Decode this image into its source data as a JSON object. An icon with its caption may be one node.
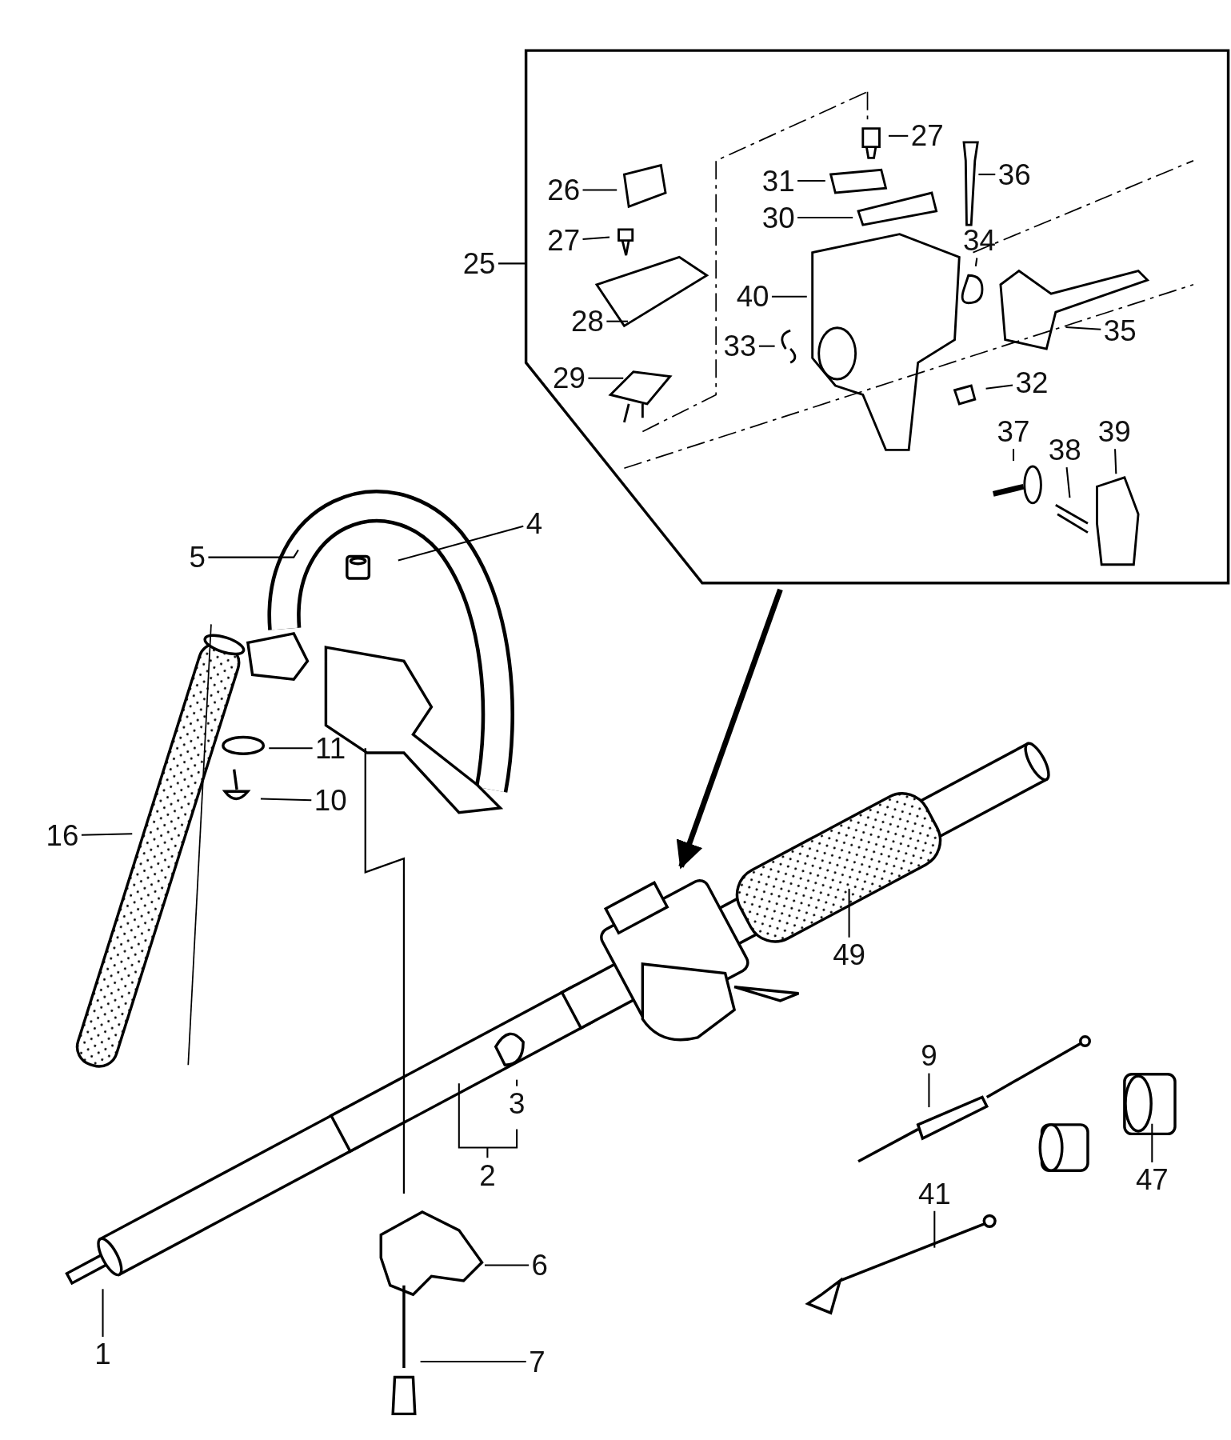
{
  "diagram": {
    "nodes": [
      {
        "text": [],
        "shape": "box"
      },
      {
        "text": [
          "27"
        ],
        "in": 0
      },
      {
        "text": [
          "26"
        ],
        "in": 0
      },
      {
        "text": [
          "36"
        ],
        "in": 0
      },
      {
        "text": [
          "31"
        ],
        "in": 0
      },
      {
        "text": [
          "30"
        ],
        "in": 0
      },
      {
        "text": [
          "27"
        ],
        "in": 0
      },
      {
        "text": [
          "34"
        ],
        "in": 0
      },
      {
        "text": [
          "40"
        ],
        "in": 0
      },
      {
        "text": [
          "28"
        ],
        "in": 0
      },
      {
        "text": [
          "35"
        ],
        "in": 0
      },
      {
        "text": [
          "33"
        ],
        "in": 0
      },
      {
        "text": [
          "32"
        ],
        "in": 0
      },
      {
        "text": [
          "29"
        ],
        "in": 0
      },
      {
        "text": [
          "37"
        ],
        "in": 0
      },
      {
        "text": [
          "38"
        ],
        "in": 0
      },
      {
        "text": [
          "39"
        ],
        "in": 0
      },
      {
        "text": [
          "25"
        ]
      },
      {
        "text": [
          "4"
        ]
      },
      {
        "text": [
          "5"
        ]
      },
      {
        "text": [
          "11"
        ]
      },
      {
        "text": [
          "10"
        ]
      },
      {
        "text": [
          "16"
        ]
      },
      {
        "text": [
          "49"
        ]
      },
      {
        "text": [
          "3"
        ]
      },
      {
        "text": [
          "9"
        ]
      },
      {
        "text": [
          "2"
        ]
      },
      {
        "text": [
          "47"
        ]
      },
      {
        "text": [
          "41"
        ]
      },
      {
        "text": [
          "6"
        ]
      },
      {
        "text": [
          "1"
        ]
      },
      {
        "text": [
          "7"
        ]
      }
    ],
    "edges": [
      {
        "from": 1,
        "to": null,
        "arrow": "none"
      },
      {
        "from": 2,
        "to": null,
        "arrow": "none"
      },
      {
        "from": 3,
        "to": null,
        "arrow": "none"
      },
      {
        "from": 4,
        "to": null,
        "arrow": "none"
      },
      {
        "from": 5,
        "to": null,
        "arrow": "none"
      },
      {
        "from": 6,
        "to": null,
        "arrow": "none"
      },
      {
        "from": 7,
        "to": null,
        "arrow": "none"
      },
      {
        "from": 8,
        "to": null,
        "arrow": "none"
      },
      {
        "from": 9,
        "to": null,
        "arrow": "none"
      },
      {
        "from": 10,
        "to": null,
        "arrow": "none"
      },
      {
        "from": 11,
        "to": null,
        "arrow": "none"
      },
      {
        "from": 12,
        "to": null,
        "arrow": "none"
      },
      {
        "from": 13,
        "to": null,
        "arrow": "none"
      },
      {
        "from": 14,
        "to": null,
        "arrow": "none"
      },
      {
        "from": 15,
        "to": null,
        "arrow": "none"
      },
      {
        "from": 16,
        "to": null,
        "arrow": "none"
      },
      {
        "from": 17,
        "to": 0,
        "arrow": "none"
      },
      {
        "from": 18,
        "to": null,
        "arrow": "none"
      },
      {
        "from": 19,
        "to": null,
        "arrow": "none"
      },
      {
        "from": 20,
        "to": null,
        "arrow": "none"
      },
      {
        "from": 21,
        "to": null,
        "arrow": "none"
      },
      {
        "from": 22,
        "to": null,
        "arrow": "none"
      },
      {
        "from": 23,
        "to": null,
        "arrow": "none"
      },
      {
        "from": 24,
        "to": null,
        "arrow": "none"
      },
      {
        "from": 25,
        "to": null,
        "arrow": "none"
      },
      {
        "from": 26,
        "to": null,
        "arrow": "none"
      },
      {
        "from": 27,
        "to": null,
        "arrow": "none"
      },
      {
        "from": 28,
        "to": null,
        "arrow": "none"
      },
      {
        "from": 29,
        "to": null,
        "arrow": "none"
      },
      {
        "from": 30,
        "to": null,
        "arrow": "none"
      },
      {
        "from": 31,
        "to": null,
        "arrow": "none"
      },
      {
        "from": 0,
        "to": null,
        "arrow": "to",
        "style": "thick"
      }
    ]
  }
}
